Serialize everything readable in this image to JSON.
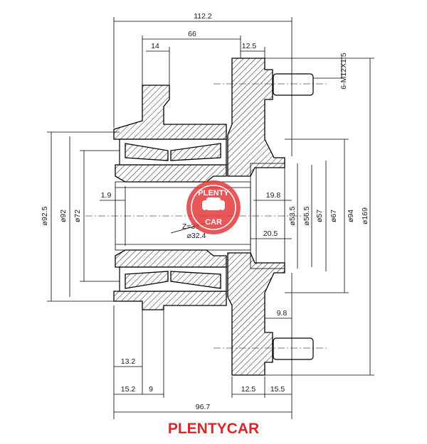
{
  "brand": {
    "name": "PLENTYCAR",
    "color": "#d42a2a"
  },
  "watermark": {
    "line1": "PLENTY",
    "line2": "CAR",
    "color": "#e23a3a"
  },
  "dimensions": {
    "overall_width": "112.2",
    "flange_to_inner": "66",
    "bearing_seat": "14",
    "stud_head": "12.5",
    "bolt_spec": "6-M12X1.5",
    "snap_ring": "1.9",
    "spline_teeth": "Z=33",
    "spline_dia": "⌀32.4",
    "pilot_depth": "19.8",
    "pilot_depth_2": "20.5",
    "d_53_5": "ø53.5",
    "d_56_5": "ø56.5",
    "d_57": "ø57",
    "d_67": "ø67",
    "d_94": "ø94",
    "d_169": "ø169",
    "d_92_5": "ø92.5",
    "d_92": "ø92",
    "d_72": "ø72",
    "flange_thk": "9.8",
    "inner_offset": "13.2",
    "left_ring": "15.2",
    "ring_gap": "9",
    "stud_base": "12.5",
    "flange_step": "15.5",
    "body_length": "96.7"
  }
}
